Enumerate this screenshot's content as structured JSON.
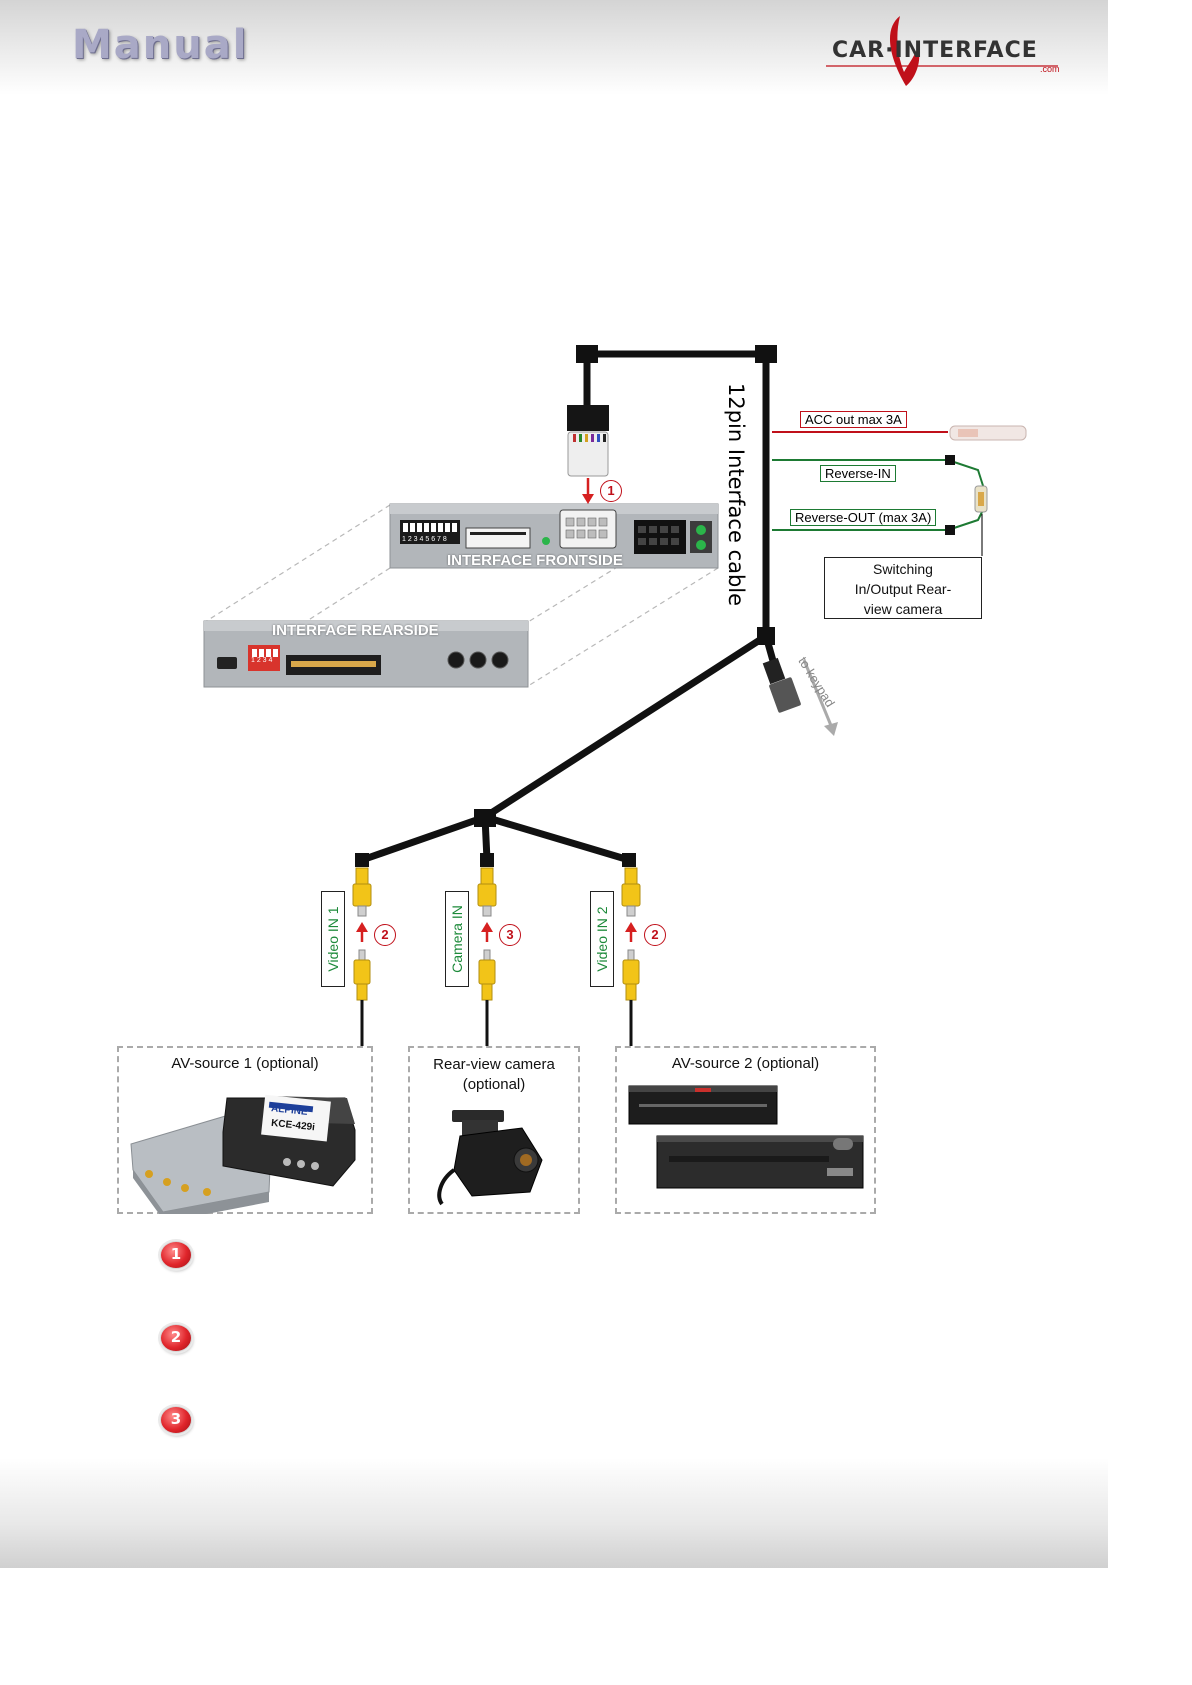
{
  "header": {
    "title": "Manual",
    "logo_text": "CAR·INTERFACE",
    "logo_suffix": ".com"
  },
  "interface": {
    "frontside_label": "INTERFACE  FRONTSIDE",
    "rearside_label": "INTERFACE REARSIDE",
    "dip_numbers": "1 2 3 4 5 6 7 8",
    "rear_dip_numbers": "1 2 3 4",
    "cable_label": "12pin Interface cable",
    "keypad_label": "to keypad"
  },
  "wires": {
    "acc_out": "ACC out max 3A",
    "reverse_in": "Reverse-IN",
    "reverse_out": "Reverse-OUT (max 3A)",
    "switching_note": [
      "Switching",
      "In/Output Rear-",
      "view camera"
    ]
  },
  "inputs": {
    "video_in_1": "Video IN 1",
    "camera_in": "Camera IN",
    "video_in_2": "Video IN 2"
  },
  "markers": {
    "one": "1",
    "two": "2",
    "three": "3"
  },
  "sources": {
    "av1_title": "AV-source 1 (optional)",
    "av1_brand": "ALPINE",
    "av1_model": "KCE-429i",
    "rear_camera_title": [
      "Rear-view camera",
      "(optional)"
    ],
    "av2_title": "AV-source 2 (optional)"
  },
  "legend": [
    "1",
    "2",
    "3"
  ],
  "colors": {
    "red_accent": "#c0101a",
    "green_accent": "#1d7a33",
    "rca_yellow": "#f2c418",
    "cable_black": "#111111"
  }
}
